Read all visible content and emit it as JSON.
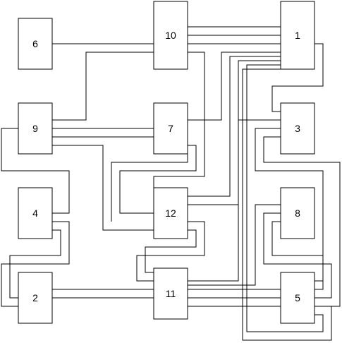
{
  "nodes": [
    {
      "id": "6",
      "label": "6"
    },
    {
      "id": "10",
      "label": "10"
    },
    {
      "id": "1",
      "label": "1"
    },
    {
      "id": "9",
      "label": "9"
    },
    {
      "id": "7",
      "label": "7"
    },
    {
      "id": "3",
      "label": "3"
    },
    {
      "id": "4",
      "label": "4"
    },
    {
      "id": "12",
      "label": "12"
    },
    {
      "id": "8",
      "label": "8"
    },
    {
      "id": "2",
      "label": "2"
    },
    {
      "id": "11",
      "label": "11"
    },
    {
      "id": "5",
      "label": "5"
    }
  ],
  "edges": [
    {
      "from": "6",
      "to": "10"
    },
    {
      "from": "10",
      "to": "1"
    },
    {
      "from": "10",
      "to": "1"
    },
    {
      "from": "10",
      "to": "1"
    },
    {
      "from": "10",
      "to": "9"
    },
    {
      "from": "10",
      "to": "12"
    },
    {
      "from": "1",
      "to": "7"
    },
    {
      "from": "1",
      "to": "12"
    },
    {
      "from": "1",
      "to": "3"
    },
    {
      "from": "1",
      "to": "5"
    },
    {
      "from": "1",
      "to": "5"
    },
    {
      "from": "9",
      "to": "7"
    },
    {
      "from": "9",
      "to": "7"
    },
    {
      "from": "9",
      "to": "12"
    },
    {
      "from": "9",
      "to": "4"
    },
    {
      "from": "7",
      "to": "12"
    },
    {
      "from": "7",
      "to": "12"
    },
    {
      "from": "3",
      "to": "11"
    },
    {
      "from": "3",
      "to": "5"
    },
    {
      "from": "4",
      "to": "2"
    },
    {
      "from": "4",
      "to": "2"
    },
    {
      "from": "12",
      "to": "11"
    },
    {
      "from": "12",
      "to": "11"
    },
    {
      "from": "8",
      "to": "11"
    },
    {
      "from": "8",
      "to": "5"
    },
    {
      "from": "8",
      "to": "5"
    },
    {
      "from": "2",
      "to": "11"
    },
    {
      "from": "2",
      "to": "11"
    },
    {
      "from": "11",
      "to": "5"
    },
    {
      "from": "11",
      "to": "5"
    }
  ]
}
